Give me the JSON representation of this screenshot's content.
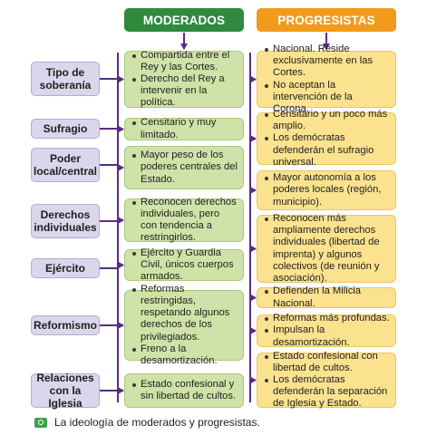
{
  "headers": {
    "moderados": "MODERADOS",
    "progresistas": "PROGRESISTAS"
  },
  "categories": [
    "Tipo de soberanía",
    "Sufragio",
    "Poder local/central",
    "Derechos individuales",
    "Ejército",
    "Reformismo",
    "Relaciones con la Iglesia"
  ],
  "moderados": [
    [
      "Compartida entre el Rey y las Cortes.",
      "Derecho del Rey a intervenir en la política."
    ],
    [
      "Censitario y muy limitado."
    ],
    [
      "Mayor peso de los poderes centrales del Estado."
    ],
    [
      "Reconocen derechos individuales, pero con tendencia a restringirlos."
    ],
    [
      "Ejército y Guardia Civil, únicos cuerpos armados."
    ],
    [
      "Reformas restringidas, respetando algunos derechos de los privilegiados.",
      "Freno a la desamortización."
    ],
    [
      "Estado confesional y sin libertad de cultos."
    ]
  ],
  "progresistas": [
    [
      "Nacional. Reside exclusivamente en las Cortes.",
      "No aceptan la intervención de la Corona."
    ],
    [
      "Censitario y un poco más amplio.",
      "Los demócratas defenderán el sufragio universal."
    ],
    [
      "Mayor autonomía a los poderes locales (región, municipio)."
    ],
    [
      "Reconocen más ampliamente derechos individuales (libertad de imprenta) y algunos colectivos (de reunión y asociación)."
    ],
    [
      "Defienden la Milicia Nacional."
    ],
    [
      "Reformas más profundas.",
      "Impulsan la desamortización."
    ],
    [
      "Estado confesional con libertad de cultos.",
      "Los demócratas defenderán la separación de Iglesia y Estado."
    ]
  ],
  "caption": "La ideología de moderados y progresistas.",
  "colors": {
    "moderados_header": "#2f8a3e",
    "progresistas_header": "#f29a1b",
    "moderados_box": "#cfe3a8",
    "progresistas_box": "#fbe28f",
    "category_box": "#d8d7ec",
    "arrow": "#5b2a86"
  }
}
